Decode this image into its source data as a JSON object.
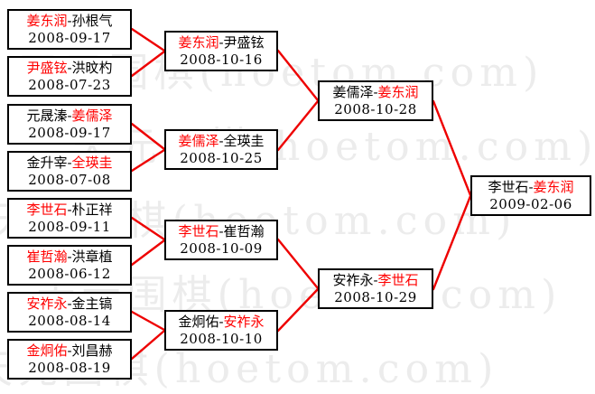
{
  "watermark": {
    "text": "天元围棋(hoetom.com)",
    "color": "#ececec"
  },
  "separator": "-",
  "colors": {
    "winner_red": "#ff0000",
    "connector_red": "#ee0000",
    "box_border": "#000000",
    "background": "#ffffff"
  },
  "bracket": {
    "round_of_16": [
      {
        "p1": "姜东润",
        "p2": "孙根气",
        "winner": "p1",
        "date": "2008-09-17"
      },
      {
        "p1": "尹盛铉",
        "p2": "洪旼杓",
        "winner": "p1",
        "date": "2008-07-23"
      },
      {
        "p1": "元晟溱",
        "p2": "姜儒泽",
        "winner": "p2",
        "date": "2008-09-17"
      },
      {
        "p1": "金升宰",
        "p2": "全瑛圭",
        "winner": "p2",
        "date": "2008-07-08"
      },
      {
        "p1": "李世石",
        "p2": "朴正祥",
        "winner": "p1",
        "date": "2008-09-11"
      },
      {
        "p1": "崔哲瀚",
        "p2": "洪章植",
        "winner": "p1",
        "date": "2008-06-12"
      },
      {
        "p1": "安祚永",
        "p2": "金主镐",
        "winner": "p1",
        "date": "2008-08-14"
      },
      {
        "p1": "金炯佑",
        "p2": "刘昌赫",
        "winner": "p1",
        "date": "2008-08-19"
      }
    ],
    "quarterfinals": [
      {
        "p1": "姜东润",
        "p2": "尹盛铉",
        "winner": "p1",
        "date": "2008-10-16"
      },
      {
        "p1": "姜儒泽",
        "p2": "全瑛圭",
        "winner": "p1",
        "date": "2008-10-25"
      },
      {
        "p1": "李世石",
        "p2": "崔哲瀚",
        "winner": "p1",
        "date": "2008-10-09"
      },
      {
        "p1": "金炯佑",
        "p2": "安祚永",
        "winner": "p2",
        "date": "2008-10-10"
      }
    ],
    "semifinals": [
      {
        "p1": "姜儒泽",
        "p2": "姜东润",
        "winner": "p2",
        "date": "2008-10-28"
      },
      {
        "p1": "安祚永",
        "p2": "李世石",
        "winner": "p2",
        "date": "2008-10-29"
      }
    ],
    "final": [
      {
        "p1": "李世石",
        "p2": "姜东润",
        "winner": "p2",
        "date": "2009-02-06"
      }
    ]
  }
}
